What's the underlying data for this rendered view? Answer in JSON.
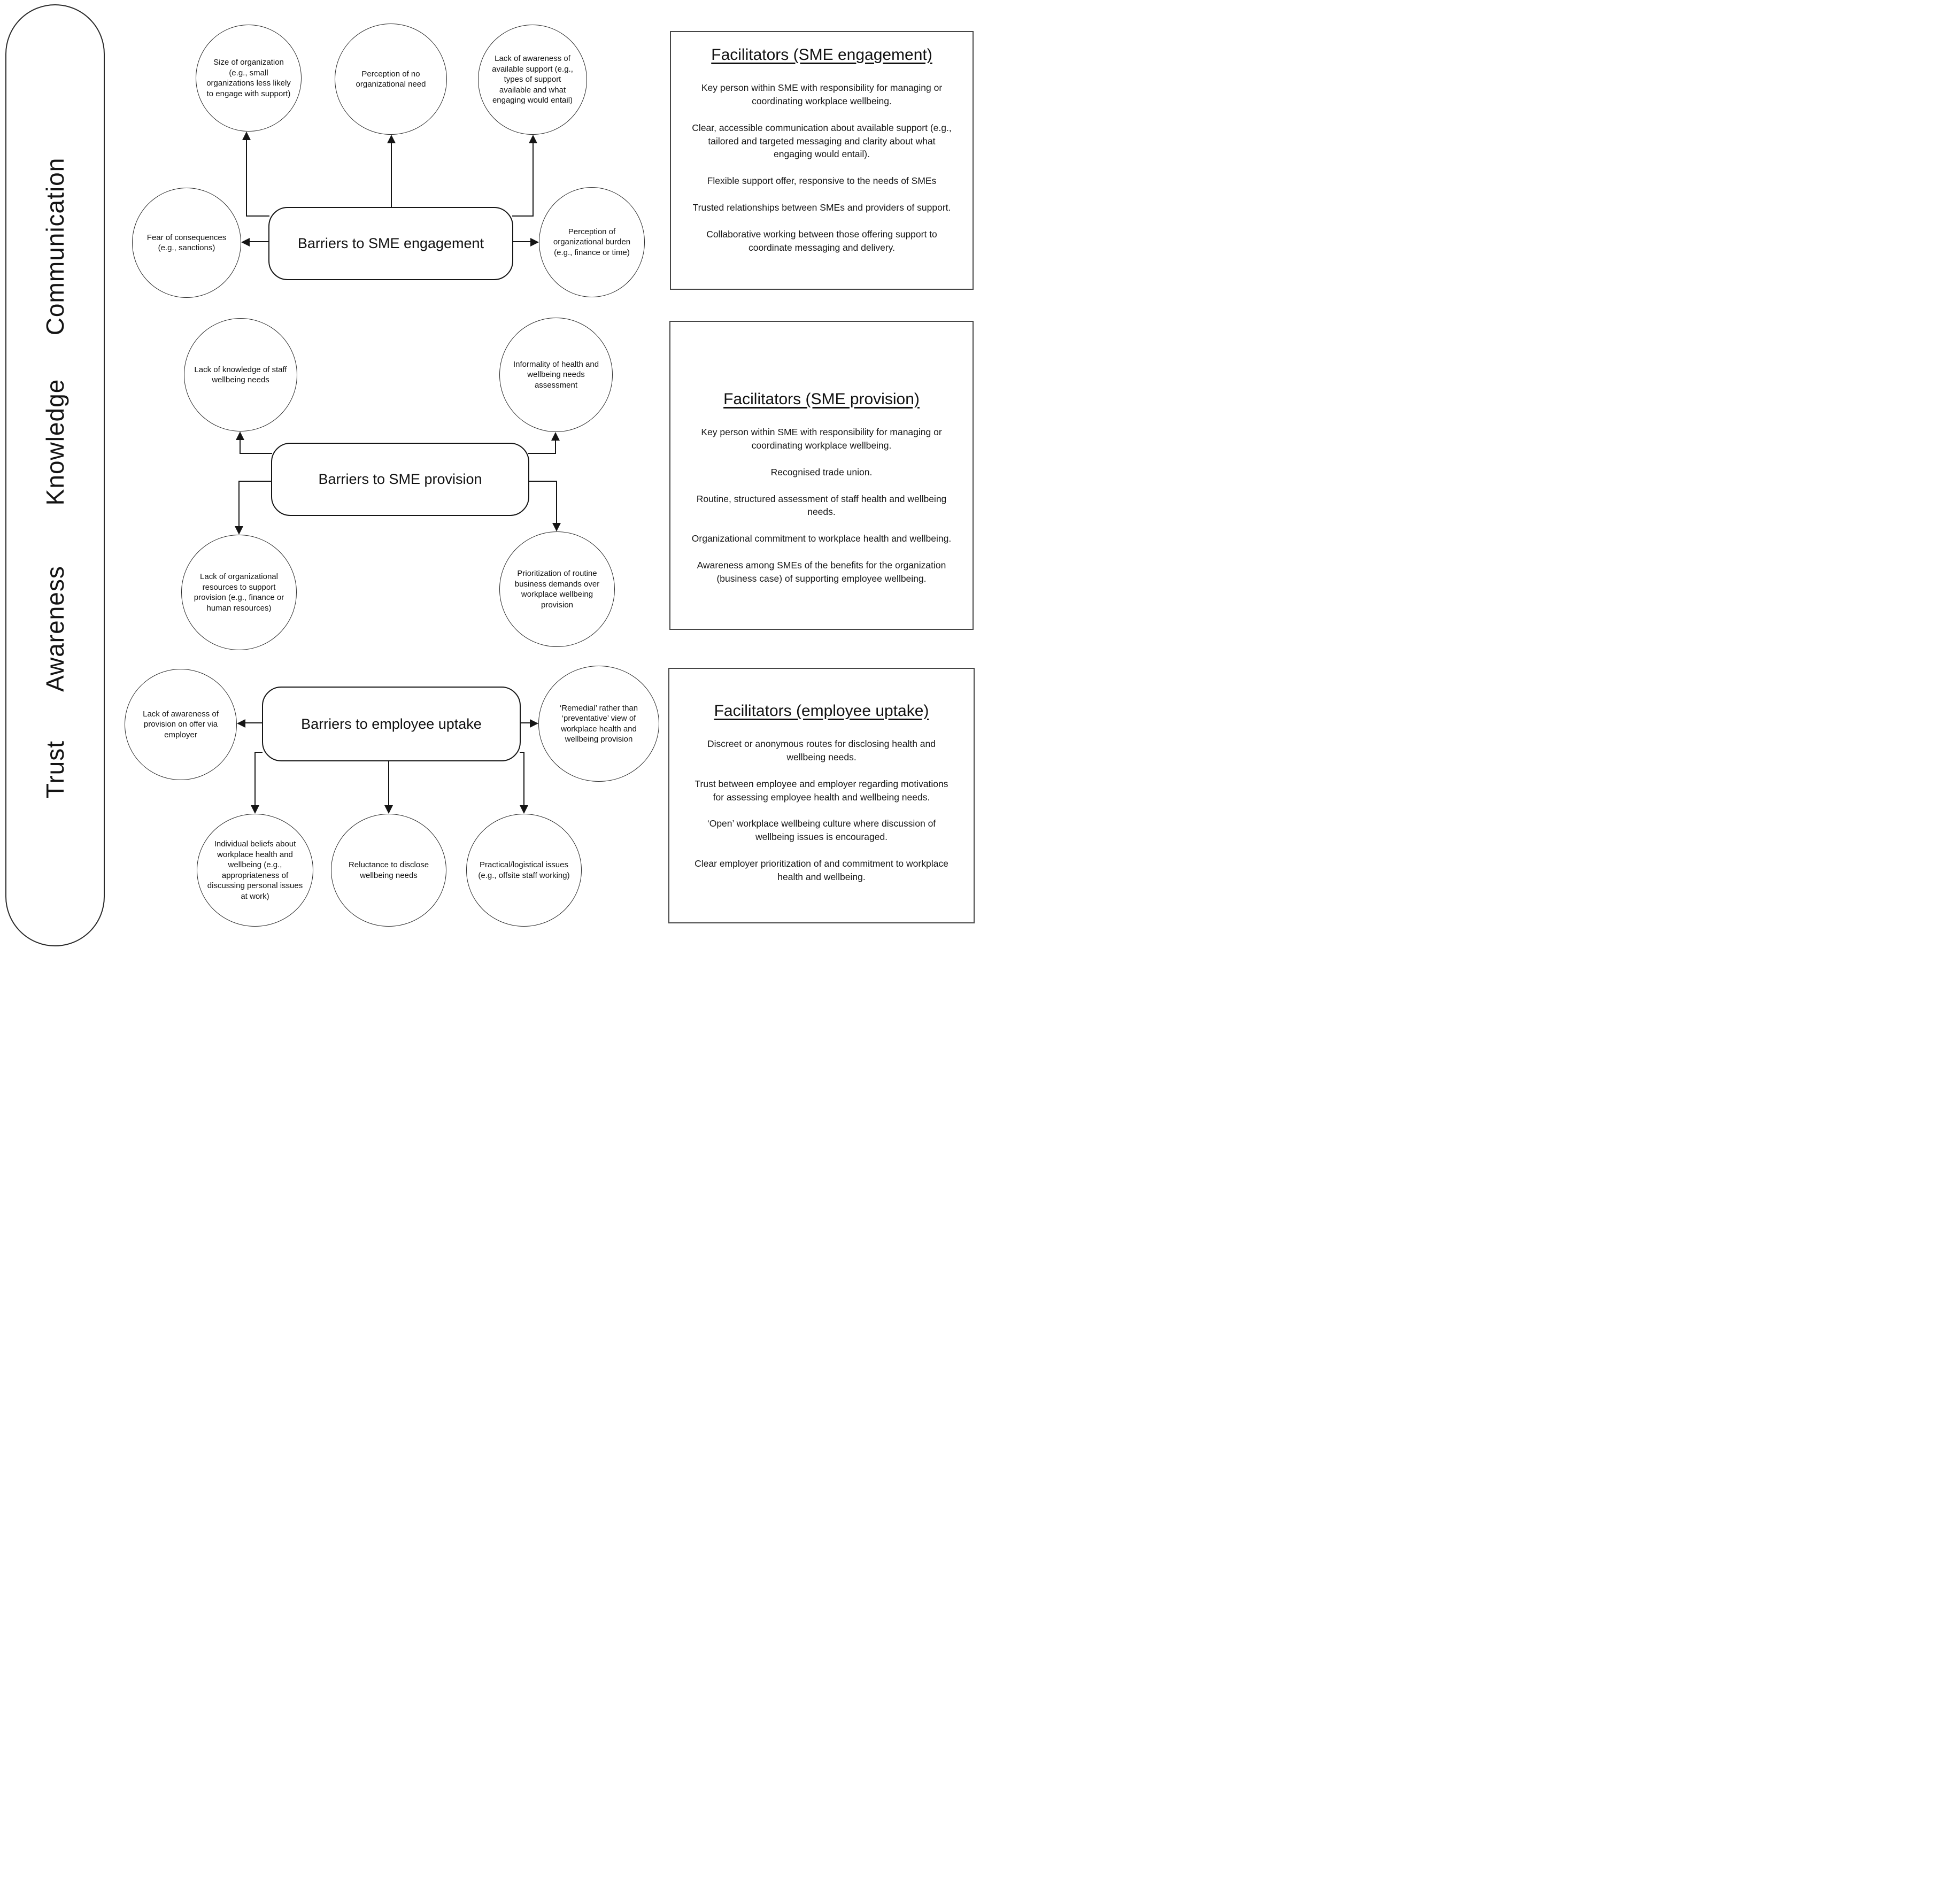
{
  "sidebar": {
    "words": [
      "Communication",
      "Knowledge",
      "Awareness",
      "Trust"
    ]
  },
  "engagement": {
    "box": "Barriers to SME engagement",
    "circles": {
      "size": "Size of organization (e.g., small organizations less likely to engage with support)",
      "need": "Perception of no organizational need",
      "awareness": "Lack of awareness of available support (e.g., types of support available and what engaging would entail)",
      "fear": "Fear of consequences (e.g., sanctions)",
      "burden": "Perception of organizational burden (e.g., finance or time)"
    }
  },
  "provision": {
    "box": "Barriers to SME provision",
    "circles": {
      "knowledge": "Lack of knowledge of staff wellbeing needs",
      "informality": "Informality of health and wellbeing needs assessment",
      "resources": "Lack of organizational resources to support provision (e.g., finance or human resources)",
      "prioritization": "Prioritization of routine business demands over workplace wellbeing provision"
    }
  },
  "uptake": {
    "box": "Barriers to employee uptake",
    "circles": {
      "awareness": "Lack of awareness of provision on offer via employer",
      "remedial": "‘Remedial’ rather than ‘preventative’ view of workplace health and wellbeing provision",
      "beliefs": "Individual beliefs about workplace health and wellbeing (e.g., appropriateness of discussing personal issues at work)",
      "reluctance": "Reluctance to disclose wellbeing needs",
      "practical": "Practical/logistical issues (e.g., offsite staff working)"
    }
  },
  "facilitators_engagement": {
    "title": "Facilitators (SME engagement)",
    "items": [
      "Key person within SME with responsibility for managing or coordinating workplace wellbeing.",
      "Clear, accessible communication about available support (e.g., tailored and targeted messaging and clarity about what engaging would entail).",
      "Flexible support offer, responsive to the needs of SMEs",
      "Trusted relationships between SMEs and providers of support.",
      "Collaborative working between those offering support to coordinate messaging and delivery."
    ]
  },
  "facilitators_provision": {
    "title": "Facilitators (SME provision)",
    "items": [
      "Key person within SME with responsibility for managing or coordinating workplace wellbeing.",
      "Recognised trade union.",
      "Routine, structured assessment of staff health and wellbeing needs.",
      "Organizational commitment to workplace health and wellbeing.",
      "Awareness among SMEs of the benefits for the organization (business case) of supporting employee wellbeing."
    ]
  },
  "facilitators_uptake": {
    "title": "Facilitators (employee uptake)",
    "items": [
      "Discreet or anonymous routes for disclosing health and wellbeing needs.",
      "Trust between employee and employer regarding motivations for assessing employee health and wellbeing needs.",
      "‘Open’ workplace wellbeing culture where discussion of wellbeing issues is encouraged.",
      "Clear employer prioritization of and commitment to workplace health and wellbeing."
    ]
  }
}
